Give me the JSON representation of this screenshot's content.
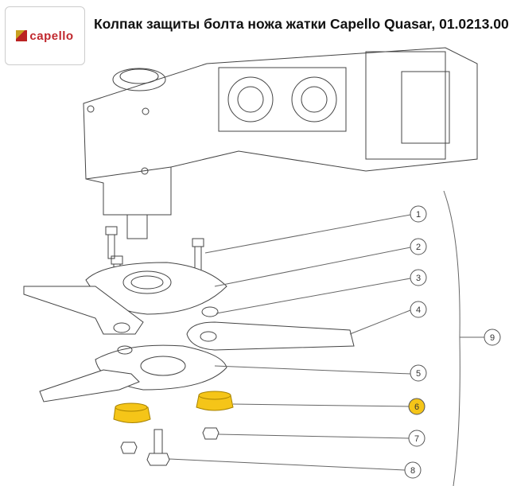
{
  "logo": {
    "text": "capello"
  },
  "title": "Колпак защиты болта ножа жатки Capello Quasar, 01.0213.00",
  "callouts": [
    "1",
    "2",
    "3",
    "4",
    "5",
    "6",
    "7",
    "8",
    "9"
  ],
  "highlight_color": "#f5c518",
  "highlighted_part": "6"
}
